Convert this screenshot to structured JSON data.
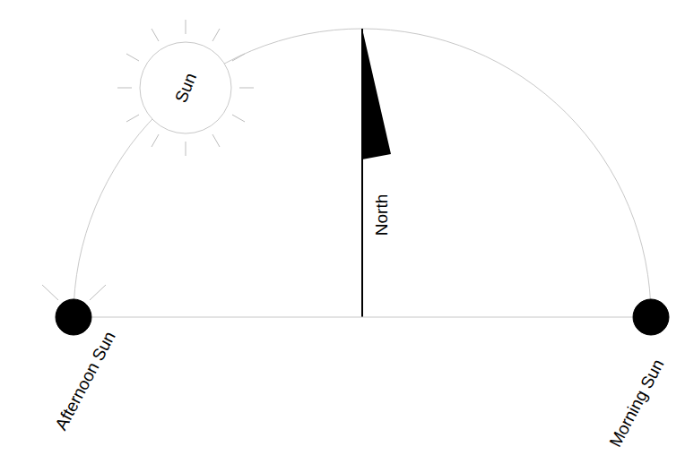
{
  "diagram": {
    "nodes": [
      {
        "text": [
          "Sun"
        ]
      },
      {
        "text": [
          "Afternoon Sun"
        ]
      },
      {
        "text": [
          "Morning Sun"
        ]
      }
    ],
    "edges": [
      {
        "from": 1,
        "to": 2,
        "arrow": "none"
      }
    ],
    "labels": [
      "North"
    ]
  }
}
